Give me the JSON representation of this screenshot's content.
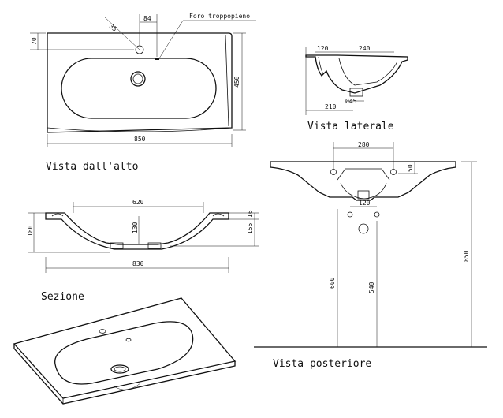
{
  "captions": {
    "top": "Vista dall'alto",
    "side": "Vista laterale",
    "section": "Sezione",
    "rear": "Vista posteriore"
  },
  "top_view": {
    "overflow_label": "Foro troppopieno",
    "d_35": "35",
    "d_84": "84",
    "d_70": "70",
    "d_450": "450",
    "d_850": "850"
  },
  "side_view": {
    "d_120": "120",
    "d_240": "240",
    "d_210": "210",
    "d_45": "Ø45"
  },
  "section_view": {
    "d_620": "620",
    "d_180": "180",
    "d_130": "130",
    "d_155": "155",
    "d_16": "16",
    "d_830": "830"
  },
  "rear_view": {
    "d_280": "280",
    "d_50": "50",
    "d_120": "120",
    "d_850": "850",
    "d_600": "600",
    "d_540": "540"
  }
}
